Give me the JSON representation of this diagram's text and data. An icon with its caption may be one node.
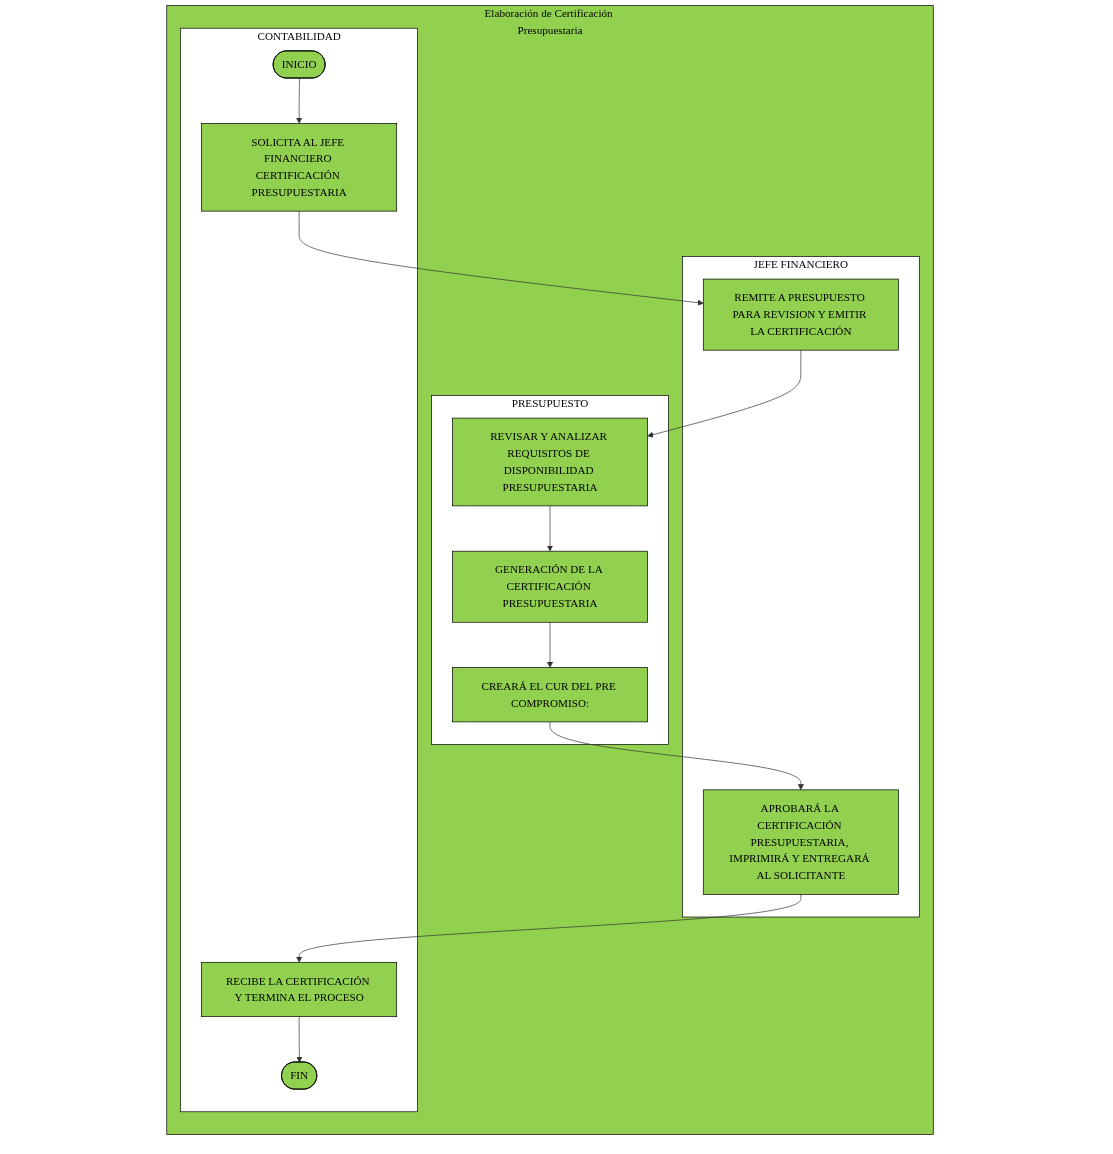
{
  "diagram": {
    "nodes": [
      {
        "text": [
          "Elaboración de Certificación Presupuestaria"
        ]
      },
      {
        "text": [
          "CONTABILIDAD"
        ],
        "in": 0
      },
      {
        "text": [
          "JEFE FINANCIERO"
        ],
        "in": 0
      },
      {
        "text": [
          "PRESUPUESTO"
        ],
        "in": 0
      },
      {
        "text": [
          "INICIO"
        ],
        "in": 1
      },
      {
        "text": [
          "SOLICITA AL JEFE FINANCIERO CERTIFICACIÓN PRESUPUESTARIA"
        ],
        "in": 1
      },
      {
        "text": [
          "REMITE A PRESUPUESTO PARA REVISION Y EMITIR LA CERTIFICACIÓN"
        ],
        "in": 2
      },
      {
        "text": [
          "REVISAR Y ANALIZAR REQUISITOS DE DISPONIBILIDAD PRESUPUESTARIA"
        ],
        "in": 3
      },
      {
        "text": [
          "GENERACIÓN DE LA CERTIFICACIÓN PRESUPUESTARIA"
        ],
        "in": 3
      },
      {
        "text": [
          "CREARÁ EL CUR DEL PRE COMPROMISO:"
        ],
        "in": 3
      },
      {
        "text": [
          "APROBARÁ LA CERTIFICACIÓN PRESUPUESTARIA, IMPRIMIRÁ Y ENTREGARÁ AL SOLICITANTE"
        ],
        "in": 2
      },
      {
        "text": [
          "RECIBE LA CERTIFICACIÓN Y TERMINA EL PROCESO"
        ],
        "in": 1
      },
      {
        "text": [
          "FIN"
        ],
        "in": 1
      }
    ],
    "edges": [
      {
        "from": 4,
        "to": 5,
        "arrow": "to"
      },
      {
        "from": 5,
        "to": 6,
        "arrow": "to"
      },
      {
        "from": 6,
        "to": 7,
        "arrow": "to"
      },
      {
        "from": 7,
        "to": 8,
        "arrow": "to"
      },
      {
        "from": 8,
        "to": 9,
        "arrow": "to"
      },
      {
        "from": 9,
        "to": 10,
        "arrow": "to"
      },
      {
        "from": 10,
        "to": 11,
        "arrow": "to"
      },
      {
        "from": 11,
        "to": 12,
        "arrow": "to"
      }
    ]
  }
}
